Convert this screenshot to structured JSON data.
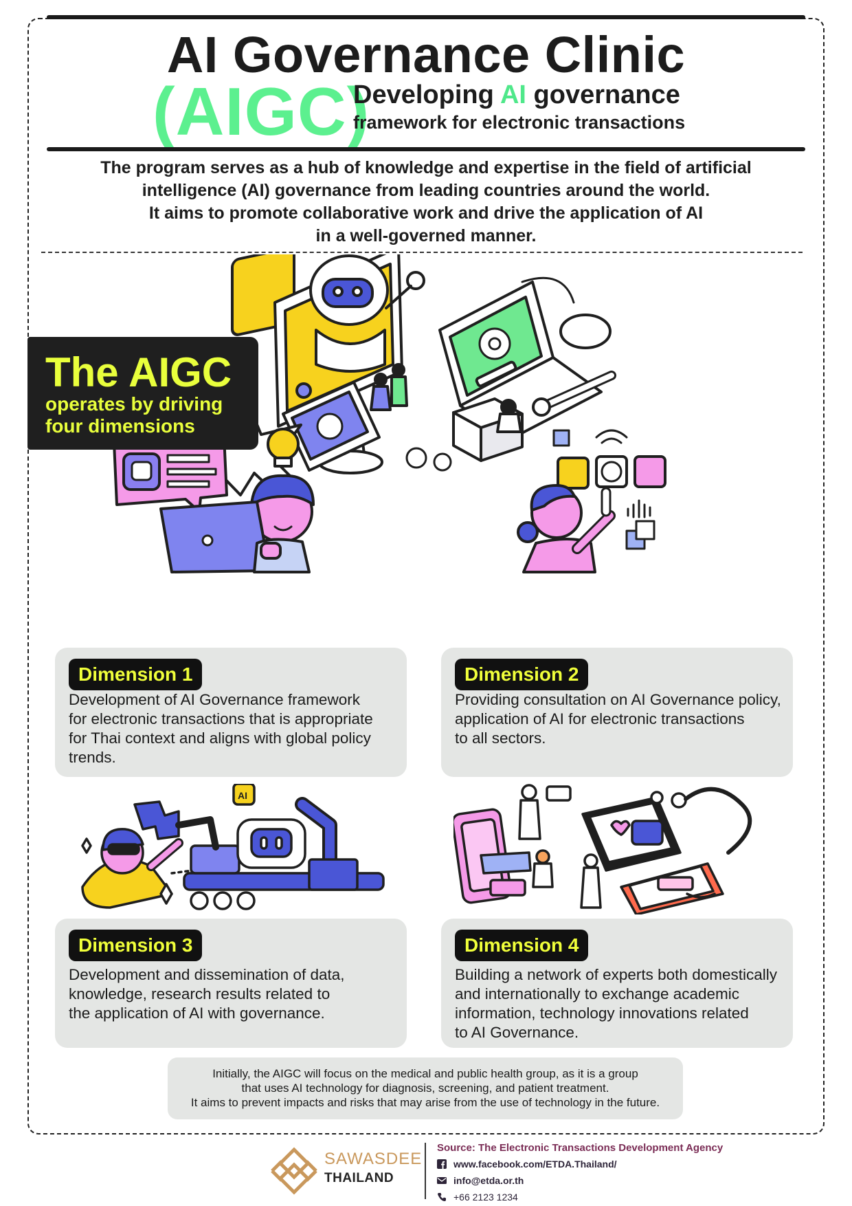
{
  "header": {
    "title": "AI Governance Clinic",
    "acronym": "(AIGC)",
    "subtitle_pre": "Developing ",
    "subtitle_highlight": "AI",
    "subtitle_post": " governance",
    "subtitle_line2": "framework for electronic transactions"
  },
  "intro": [
    "The program serves as a hub of knowledge and expertise in the field of artificial",
    "intelligence (AI) governance from leading countries around the world.",
    "It aims to promote collaborative work and drive the application of AI",
    "in a well-governed manner."
  ],
  "banner": {
    "big": "The AIGC",
    "line1": "operates by driving",
    "line2": "four dimensions"
  },
  "illustration_labels": {
    "chip": "AI"
  },
  "dimensions": [
    {
      "label": "Dimension 1",
      "lines": [
        "Development of AI Governance framework",
        "for electronic transactions that is appropriate",
        "for Thai context and aligns with global policy",
        "trends."
      ]
    },
    {
      "label": "Dimension 2",
      "lines": [
        "Providing consultation on AI Governance policy,",
        "application of AI for electronic transactions",
        "to all sectors."
      ]
    },
    {
      "label": "Dimension 3",
      "lines": [
        "Development and dissemination of data,",
        "knowledge, research results related to",
        "the application of AI with governance."
      ]
    },
    {
      "label": "Dimension 4",
      "lines": [
        "Building a network of experts both domestically",
        "and internationally to exchange academic",
        "information, technology innovations related",
        "to AI Governance."
      ]
    }
  ],
  "note": [
    "Initially, the AIGC will focus on the medical and public health group, as it is a group",
    "that uses AI technology for diagnosis, screening, and patient treatment.",
    "It aims to prevent impacts and risks that may arise from the use of technology in the future."
  ],
  "footer": {
    "brand_line1": "SAWASDEE",
    "brand_line2": "THAILAND",
    "source": "Source: The Electronic Transactions Development Agency",
    "facebook": "www.facebook.com/ETDA.Thailand/",
    "email": "info@etda.or.th",
    "phone": "+66 2123 1234"
  },
  "colors": {
    "accent_green": "#5cf08f",
    "badge_yellow": "#f0ff3a",
    "card_bg": "#e4e6e4",
    "purple": "#8a7ff0",
    "pink": "#f59ae8",
    "yellow": "#f7d21e",
    "brand_gold": "#c9985c"
  }
}
